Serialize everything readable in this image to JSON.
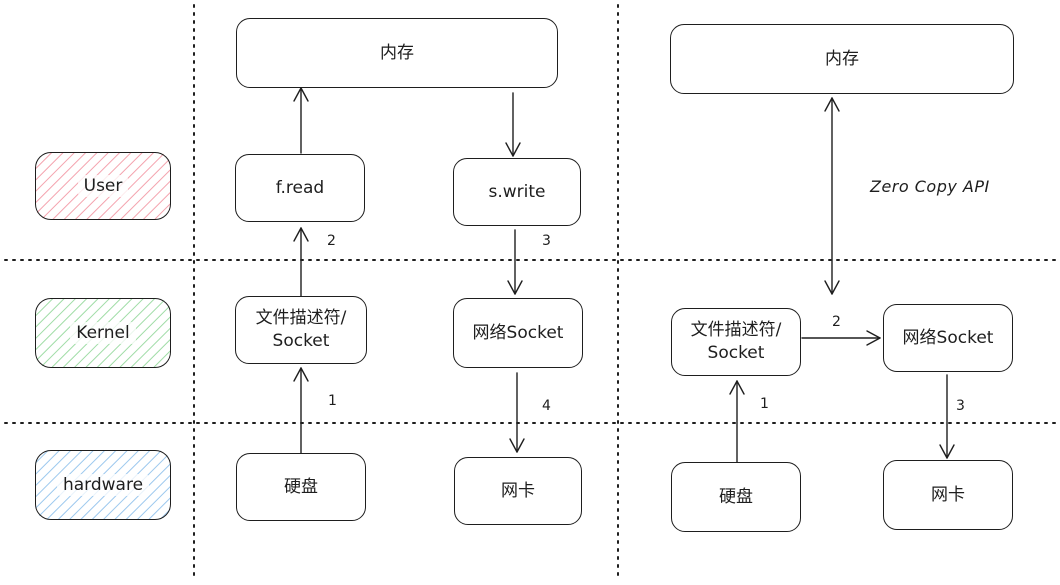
{
  "layers": {
    "user": "User",
    "kernel": "Kernel",
    "hardware": "hardware"
  },
  "left": {
    "memory": "内存",
    "fread": "f.read",
    "swrite": "s.write",
    "file_descriptor": "文件描述符/\nSocket",
    "net_socket": "网络Socket",
    "disk": "硬盘",
    "nic": "网卡",
    "steps": [
      "1",
      "2",
      "3",
      "4"
    ]
  },
  "right": {
    "memory": "内存",
    "api_label": "Zero Copy API",
    "file_descriptor": "文件描述符/\nSocket",
    "net_socket": "网络Socket",
    "disk": "硬盘",
    "nic": "网卡",
    "steps": [
      "1",
      "2",
      "3"
    ]
  },
  "colors": {
    "user_hatch": "#f4a3ae",
    "kernel_hatch": "#9fdca6",
    "hardware_hatch": "#9cc8ee",
    "stroke": "#1e1e1e"
  }
}
